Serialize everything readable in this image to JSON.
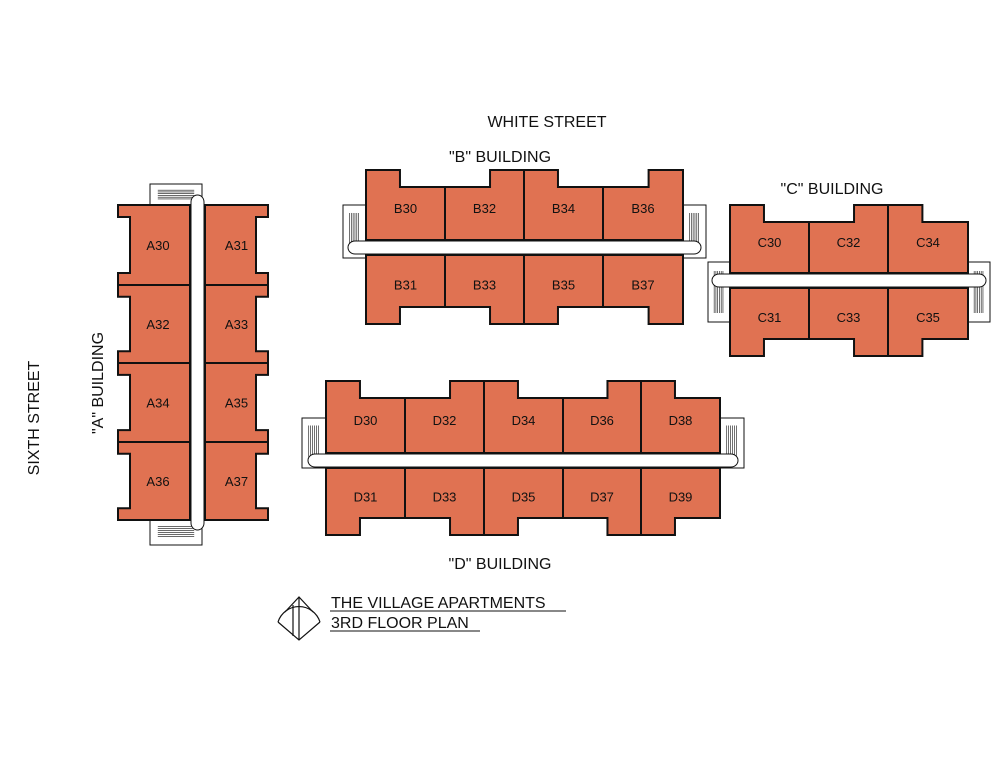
{
  "labels": {
    "white_street": "WHITE STREET",
    "sixth_street": "SIXTH STREET",
    "building_a": "\"A\" BUILDING",
    "building_b": "\"B\" BUILDING",
    "building_c": "\"C\" BUILDING",
    "building_d": "\"D\" BUILDING"
  },
  "title": {
    "line1": "THE VILLAGE APARTMENTS",
    "line2": "3RD FLOOR PLAN",
    "north_arrow_icon": "north-arrow-icon"
  },
  "colors": {
    "unit_fill": "#e07252",
    "wall": "#111111",
    "corridor": "#ffffff"
  },
  "buildings": {
    "A": {
      "top_row": [
        "A30",
        "A32",
        "A34",
        "A36"
      ],
      "bottom_row": [
        "A31",
        "A33",
        "A35",
        "A37"
      ]
    },
    "B": {
      "top_row": [
        "B30",
        "B32",
        "B34",
        "B36"
      ],
      "bottom_row": [
        "B31",
        "B33",
        "B35",
        "B37"
      ]
    },
    "C": {
      "top_row": [
        "C30",
        "C32",
        "C34"
      ],
      "bottom_row": [
        "C31",
        "C33",
        "C35"
      ]
    },
    "D": {
      "top_row": [
        "D30",
        "D32",
        "D34",
        "D36",
        "D38"
      ],
      "bottom_row": [
        "D31",
        "D33",
        "D35",
        "D37",
        "D39"
      ]
    }
  }
}
